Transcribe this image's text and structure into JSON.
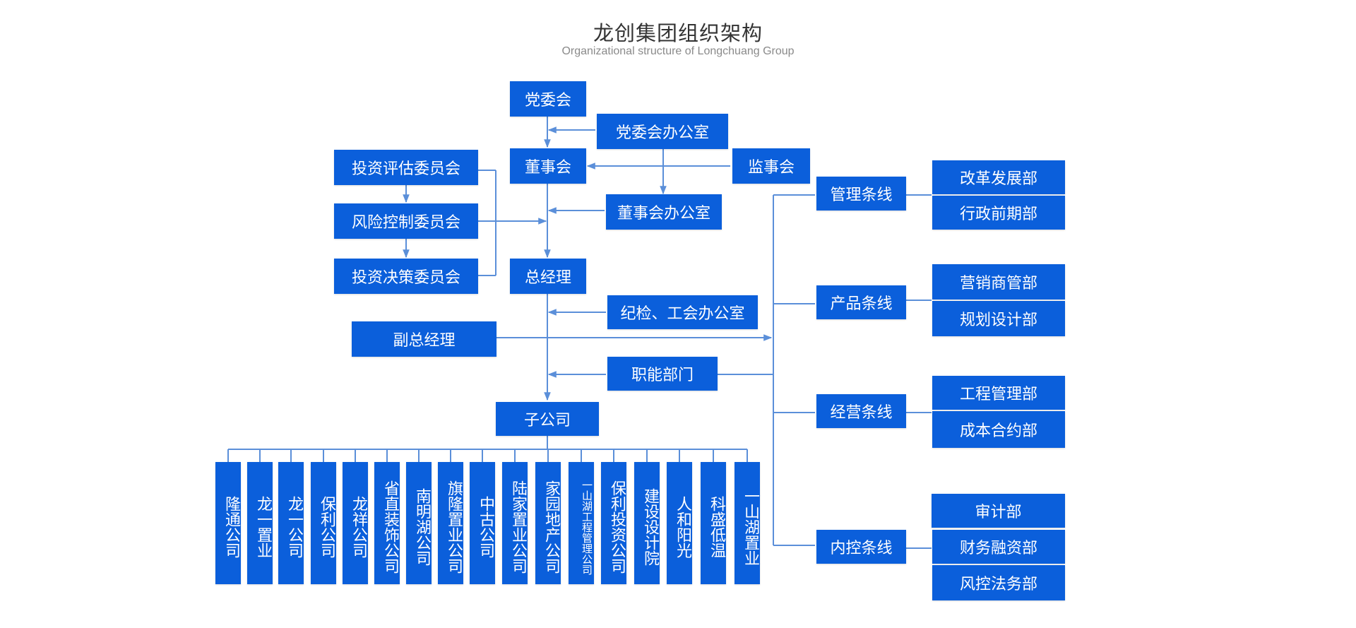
{
  "title": "龙创集团组织架构",
  "subtitle": "Organizational structure of Longchuang Group",
  "colors": {
    "box": "#0b5fdb",
    "line": "#5b8fd9"
  },
  "nodes": {
    "party_committee": "党委会",
    "party_office": "党委会办公室",
    "board": "董事会",
    "supervisors": "监事会",
    "board_office": "董事会办公室",
    "invest_eval": "投资评估委员会",
    "risk_control": "风险控制委员会",
    "invest_decision": "投资决策委员会",
    "general_manager": "总经理",
    "discipline_office": "纪检、工会办公室",
    "deputy_gm": "副总经理",
    "functional_depts": "职能部门",
    "subsidiaries": "子公司"
  },
  "lines": {
    "management": "管理条线",
    "product": "产品条线",
    "operation": "经营条线",
    "internal_control": "内控条线"
  },
  "departments": {
    "reform": "改革发展部",
    "admin": "行政前期部",
    "marketing": "营销商管部",
    "planning": "规划设计部",
    "engineering": "工程管理部",
    "cost": "成本合约部",
    "audit": "审计部",
    "finance": "财务融资部",
    "legal": "风控法务部"
  },
  "companies": [
    "隆通公司",
    "龙一置业",
    "龙一公司",
    "保利公司",
    "龙祥公司",
    "省直装饰公司",
    "南明湖公司",
    "旗隆置业公司",
    "中古公司",
    "陆家置业公司",
    "家园地产公司",
    "一山湖工程管理公司",
    "保利投资公司",
    "建设设计院",
    "人和阳光",
    "科盛低温",
    "一山湖置业"
  ]
}
